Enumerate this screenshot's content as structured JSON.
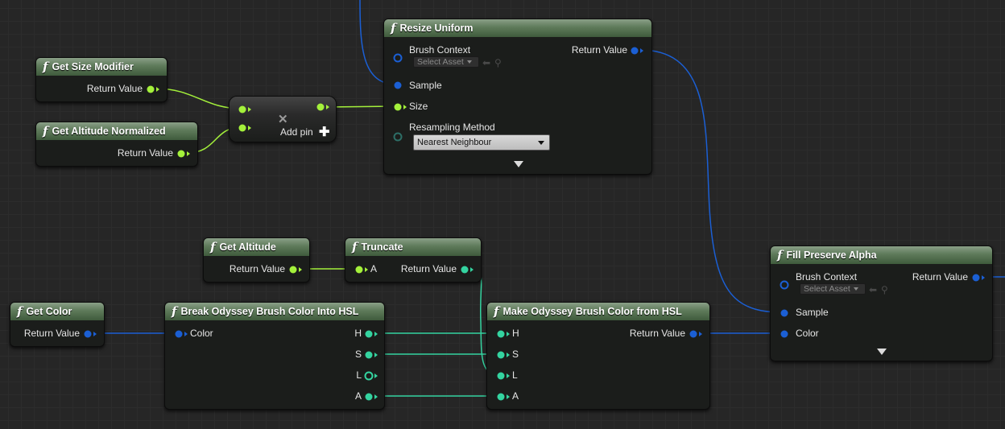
{
  "nodes": {
    "get_size_modifier": {
      "title": "Get Size Modifier",
      "out": "Return Value"
    },
    "get_altitude_normalized": {
      "title": "Get Altitude Normalized",
      "out": "Return Value"
    },
    "multiply": {
      "add_pin": "Add pin"
    },
    "resize_uniform": {
      "title": "Resize Uniform",
      "brush_context": "Brush Context",
      "select_asset": "Select Asset",
      "sample": "Sample",
      "size": "Size",
      "resampling_method": "Resampling Method",
      "resampling_value": "Nearest Neighbour",
      "out": "Return Value"
    },
    "get_altitude": {
      "title": "Get Altitude",
      "out": "Return Value"
    },
    "truncate": {
      "title": "Truncate",
      "in_a": "A",
      "out": "Return Value"
    },
    "get_color": {
      "title": "Get Color",
      "out": "Return Value"
    },
    "break_color": {
      "title": "Break Odyssey Brush Color Into HSL",
      "in_color": "Color",
      "h": "H",
      "s": "S",
      "l": "L",
      "a": "A"
    },
    "make_color": {
      "title": "Make Odyssey Brush Color from HSL",
      "h": "H",
      "s": "S",
      "l": "L",
      "a": "A",
      "out": "Return Value"
    },
    "fill_preserve_alpha": {
      "title": "Fill Preserve Alpha",
      "brush_context": "Brush Context",
      "select_asset": "Select Asset",
      "sample": "Sample",
      "color": "Color",
      "out": "Return Value"
    }
  },
  "icons": {
    "function": "f",
    "remove": "✕",
    "add": "✚",
    "arrow_left": "⬅",
    "search": "⚲"
  },
  "colors": {
    "float_pin": "#a4f13b",
    "struct_pin": "#1b5fd4",
    "int_pin": "#34d4a0",
    "header": "#5e7a5a"
  }
}
